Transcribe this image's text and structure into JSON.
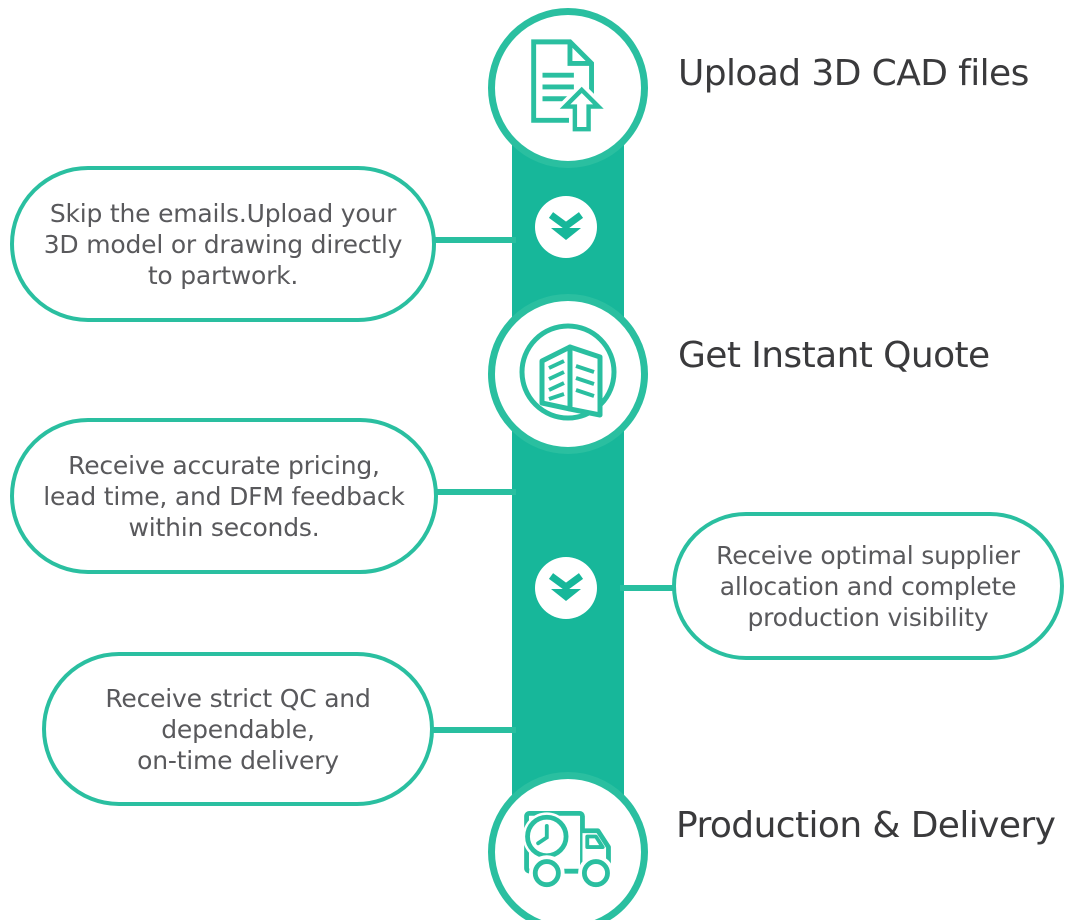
{
  "colors": {
    "bar": "#17b79a",
    "outline": "#2abfa0",
    "heading_text": "#3a3a3c",
    "callout_text": "#59595c"
  },
  "steps": [
    {
      "label": "Upload 3D CAD files",
      "icon": "document-upload-icon"
    },
    {
      "label": "Get Instant Quote",
      "icon": "quote-book-icon"
    },
    {
      "label": "Production & Delivery",
      "icon": "delivery-truck-icon"
    }
  ],
  "connector_icon": "double-chevron-down-icon",
  "callouts": [
    {
      "position": "left",
      "text": "Skip the emails.Upload your\n3D model or drawing directly\nto partwork."
    },
    {
      "position": "left",
      "text": "Receive accurate pricing,\nlead time, and DFM feedback\nwithin seconds."
    },
    {
      "position": "right",
      "text": "Receive optimal supplier\nallocation and complete\nproduction visibility"
    },
    {
      "position": "left",
      "text": "Receive strict QC and\ndependable,\non-time delivery"
    }
  ]
}
